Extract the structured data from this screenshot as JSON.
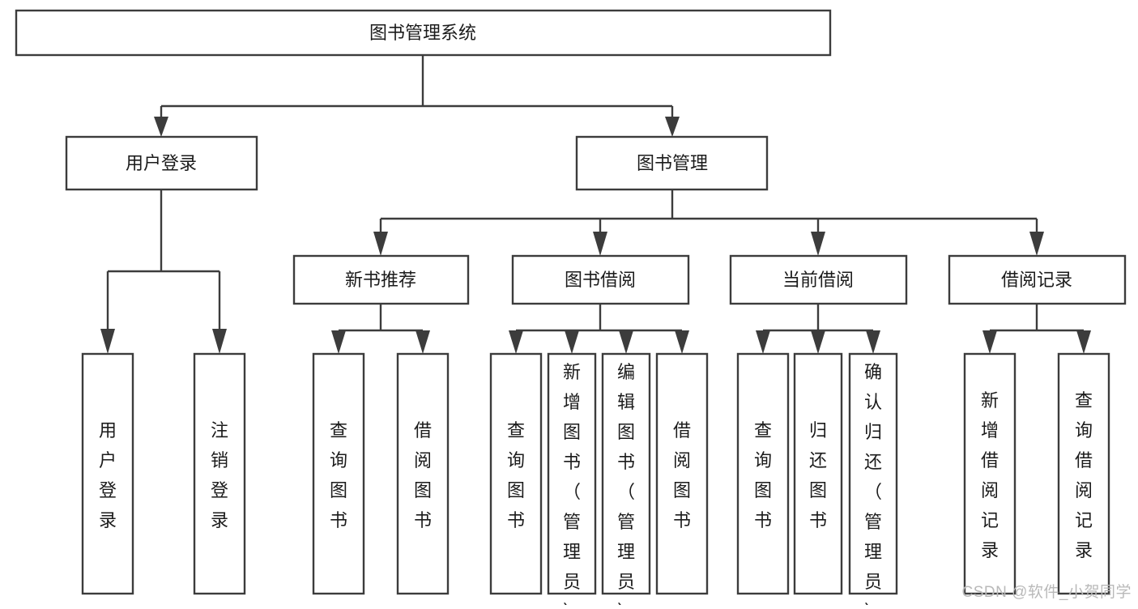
{
  "diagram": {
    "type": "tree",
    "title": "图书管理系统",
    "watermark": "CSDN @软件_小贺同学",
    "colors": {
      "box_stroke": "#3c3c3c",
      "box_fill": "#ffffff",
      "text": "#1b1b1b",
      "watermark": "#b9b9b9",
      "background": "#ffffff"
    },
    "nodes": {
      "root": {
        "label": "图书管理系统"
      },
      "level2": [
        {
          "id": "user-login",
          "label": "用户登录"
        },
        {
          "id": "book-management",
          "label": "图书管理"
        }
      ],
      "level3": [
        {
          "id": "new-book-recommend",
          "label": "新书推荐"
        },
        {
          "id": "book-borrow",
          "label": "图书借阅"
        },
        {
          "id": "current-borrow",
          "label": "当前借阅"
        },
        {
          "id": "borrow-record",
          "label": "借阅记录"
        }
      ],
      "leaves": {
        "user-login": [
          {
            "id": "leaf-user-login",
            "label": "用户登录"
          },
          {
            "id": "leaf-logout-login",
            "label": "注销登录"
          }
        ],
        "new-book-recommend": [
          {
            "id": "leaf-query-book-1",
            "label": "查询图书"
          },
          {
            "id": "leaf-borrow-book-1",
            "label": "借阅图书"
          }
        ],
        "book-borrow": [
          {
            "id": "leaf-query-book-2",
            "label": "查询图书"
          },
          {
            "id": "leaf-add-book-admin",
            "label": "新增图书（管理员）"
          },
          {
            "id": "leaf-edit-book-admin",
            "label": "编辑图书（管理员）"
          },
          {
            "id": "leaf-borrow-book-2",
            "label": "借阅图书"
          }
        ],
        "current-borrow": [
          {
            "id": "leaf-query-book-3",
            "label": "查询图书"
          },
          {
            "id": "leaf-return-book",
            "label": "归还图书"
          },
          {
            "id": "leaf-confirm-return-admin",
            "label": "确认归还（管理员）"
          }
        ],
        "borrow-record": [
          {
            "id": "leaf-add-borrow-record",
            "label": "新增借阅记录"
          },
          {
            "id": "leaf-query-borrow-record",
            "label": "查询借阅记录"
          }
        ]
      }
    }
  }
}
